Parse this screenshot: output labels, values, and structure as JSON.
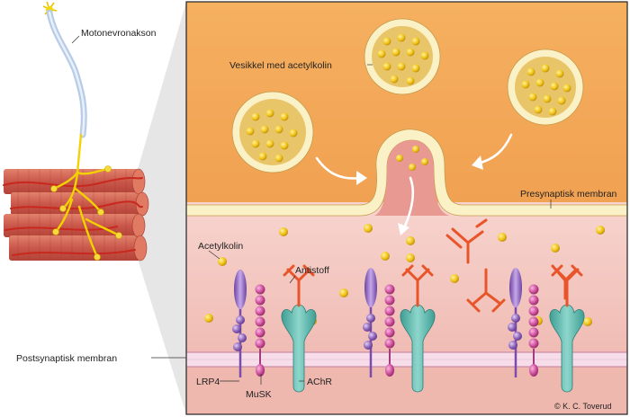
{
  "labels": {
    "motor_axon": "Motonevronakson",
    "vesicle": "Vesikkel med acetylkolin",
    "presynaptic_membrane": "Presynaptisk membran",
    "acetylcholine": "Acetylkolin",
    "antibody": "Antistoff",
    "postsynaptic_membrane": "Postsynaptisk membran",
    "lrp4": "LRP4",
    "musk": "MuSK",
    "achr": "AChR"
  },
  "credit": "© K. C. Toverud",
  "colors": {
    "presynaptic": "#F2A65A",
    "synaptic_cleft": "#F3C9C2",
    "membrane": "#FAF0C8",
    "acetylcholine": "#F2C418",
    "antibody": "#E8552A",
    "achr": "#5FBFB5",
    "musk": "#D04F9E",
    "lrp4": "#8E63B8"
  }
}
